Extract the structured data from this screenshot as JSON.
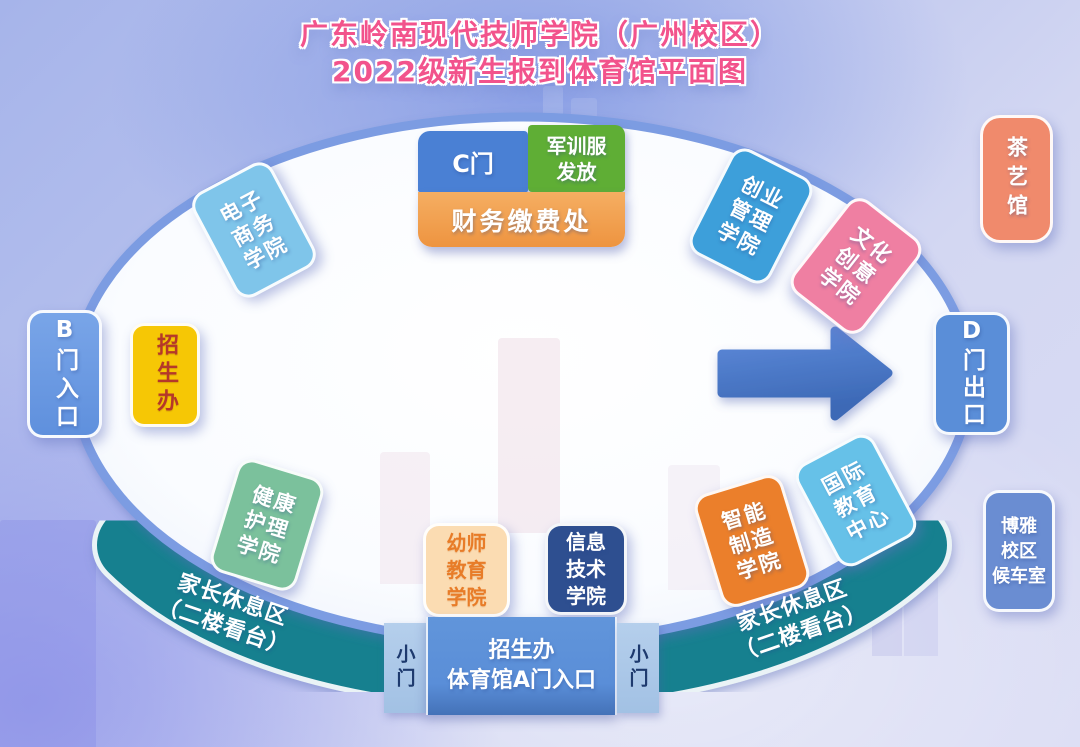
{
  "title": {
    "line1": "广东岭南现代技师学院（广州校区）",
    "line2": "2022级新生报到体育馆平面图"
  },
  "gates": {
    "b_gate": "B门入口",
    "c_gate": "C门",
    "d_gate": "D门出口",
    "a_gate": "招生办\n体育馆A门入口",
    "small_gate_left": "小门",
    "small_gate_right": "小门"
  },
  "stations": {
    "military_uniform": "军训服\n发放",
    "finance": "财务缴费处",
    "admissions": "招生办"
  },
  "colleges": {
    "ecommerce": "电子\n商务\n学院",
    "entrepreneurship_mgmt": "创业\n管理\n学院",
    "culture_creative": "文化\n创意\n学院",
    "health_nursing": "健康\n护理\n学院",
    "preschool_education": "幼师\n教育\n学院",
    "information_technology": "信息\n技术\n学院",
    "intelligent_manufacturing": "智能\n制造\n学院",
    "international_education": "国际\n教育\n中心"
  },
  "rest_areas": {
    "left": "家长休息区\n（二楼看台）",
    "right": "家长休息区\n（二楼看台）"
  },
  "outside": {
    "tea_art_house": "茶艺馆",
    "boya_waiting_room": "博雅\n校区\n候车室"
  },
  "colors": {
    "title_pink": "#f2538c",
    "ellipse_stroke_blue": "#7b9ce2",
    "stand_teal": "#17808f",
    "arrow_blue": "#4273c8",
    "c_gate_blue": "#4a80d4",
    "military_green": "#5fae35",
    "finance_orange": "#ee9440",
    "admissions_yellow": "#f6c705",
    "admissions_text_red": "#b5382a"
  }
}
